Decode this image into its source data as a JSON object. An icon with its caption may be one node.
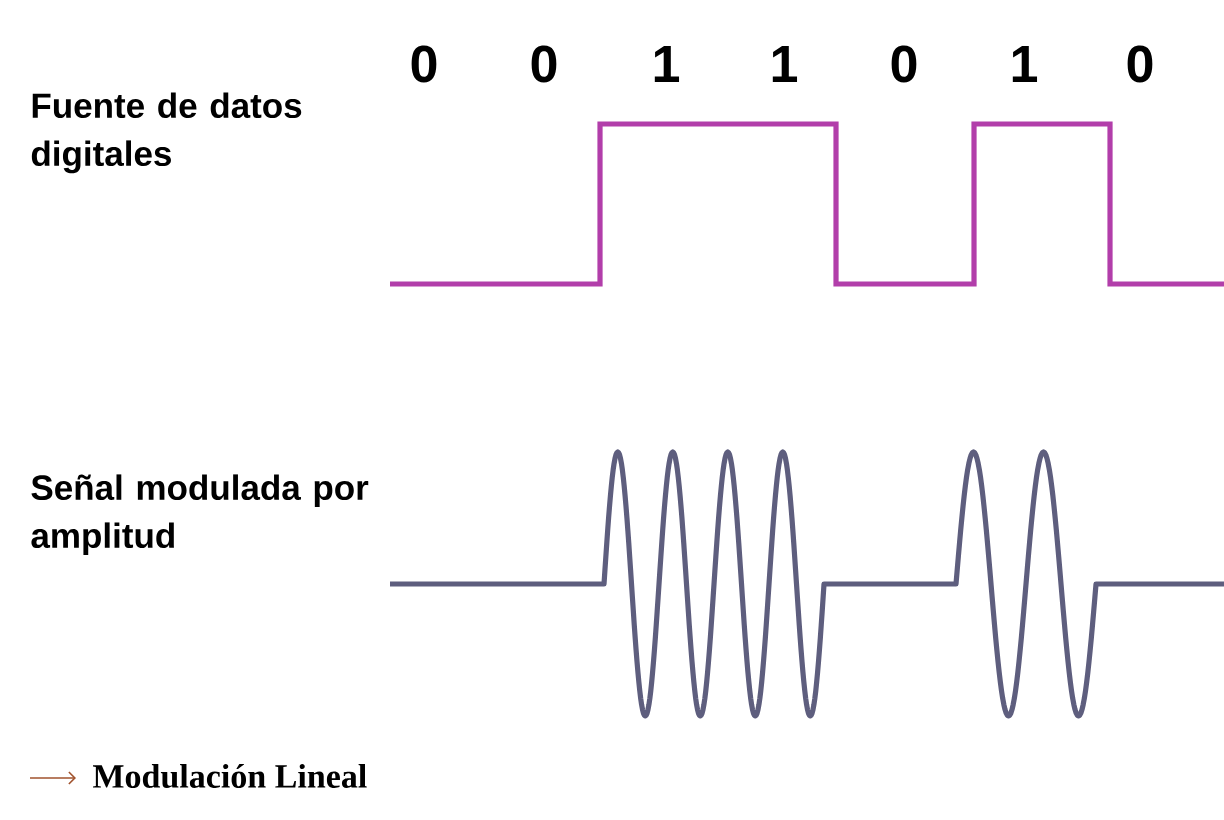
{
  "diagram": {
    "labels": [
      "0",
      "0",
      "1",
      "1",
      "0",
      "1",
      "0",
      "Fuente de datos digitales",
      "Señal modulada por amplitud",
      "Modulación Lineal"
    ]
  }
}
